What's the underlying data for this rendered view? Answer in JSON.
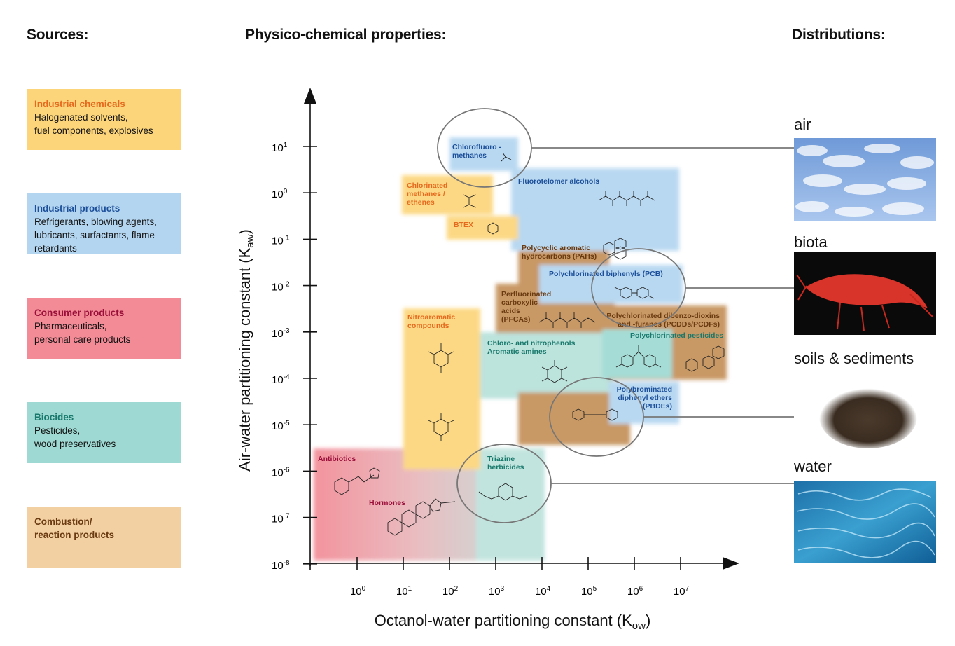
{
  "headings": {
    "sources": "Sources:",
    "properties": "Physico-chemical properties:",
    "distributions": "Distributions:"
  },
  "sources": [
    {
      "title": "Industrial chemicals",
      "text": "Halogenated solvents,\nfuel components, explosives",
      "bg": "#fcd57a",
      "title_color": "#e66a1e"
    },
    {
      "title": "Industrial products",
      "text": "Refrigerants, blowing agents,\nlubricants, surfactants, flame\nretardants",
      "bg": "#b3d5f0",
      "title_color": "#1c4f9a"
    },
    {
      "title": "Consumer products",
      "text": "Pharmaceuticals,\npersonal care products",
      "bg": "#f28b96",
      "title_color": "#9a0f3a"
    },
    {
      "title": "Biocides",
      "text": "Pesticides,\nwood preservatives",
      "bg": "#9edad3",
      "title_color": "#17786b"
    },
    {
      "title": "Combustion/\nreaction products",
      "text": "",
      "bg": "#f3d0a2",
      "title_color": "#6a3a10"
    }
  ],
  "axes": {
    "xlabel_main": "Octanol-water partitioning constant (K",
    "xlabel_sub": "ow",
    "ylabel_main": "Air-water partitioning constant (K",
    "ylabel_sub": "aw",
    "x_ticks": [
      {
        "base": "10",
        "exp": "0"
      },
      {
        "base": "10",
        "exp": "1"
      },
      {
        "base": "10",
        "exp": "2"
      },
      {
        "base": "10",
        "exp": "3"
      },
      {
        "base": "10",
        "exp": "4"
      },
      {
        "base": "10",
        "exp": "5"
      },
      {
        "base": "10",
        "exp": "6"
      },
      {
        "base": "10",
        "exp": "7"
      }
    ],
    "y_ticks": [
      {
        "base": "10",
        "exp": "1"
      },
      {
        "base": "10",
        "exp": "0"
      },
      {
        "base": "10",
        "exp": "-1"
      },
      {
        "base": "10",
        "exp": "-2"
      },
      {
        "base": "10",
        "exp": "-3"
      },
      {
        "base": "10",
        "exp": "-4"
      },
      {
        "base": "10",
        "exp": "-5"
      },
      {
        "base": "10",
        "exp": "-6"
      },
      {
        "base": "10",
        "exp": "-7"
      },
      {
        "base": "10",
        "exp": "-8"
      }
    ]
  },
  "compound_labels": {
    "chlorofluoromethanes": "Chlorofluoro -\nmethanes",
    "fluorotelomer": "Fluorotelomer alcohols",
    "chlorinated_methanes": "Chlorinated\nmethanes /\nethenes",
    "btex": "BTEX",
    "pah": "Polycyclic aromatic\nhydrocarbons (PAHs)",
    "pcb": "Polychlorinated biphenyls (PCB)",
    "pfca": "Perfluorinated\ncarboxylic\nacids\n(PFCAs)",
    "dioxins": "Polychlorinated dibenzo-dioxins\nand -furanes (PCDDs/PCDFs)",
    "pesticides": "Polychlorinated pesticides",
    "nitroaromatic": "Nitroaromatic\ncompounds",
    "chloronitrophenols": "Chloro- and nitrophenols\nAromatic amines",
    "pbde": "Polybrominated\ndiphenyl ethers\n(PBDEs)",
    "antibiotics": "Antibiotics",
    "hormones": "Hormones",
    "triazine": "Triazine\nherbicides"
  },
  "distributions": [
    "air",
    "biota",
    "soils & sediments",
    "water"
  ],
  "colors": {
    "orange": "#fcd57a",
    "blue": "#b3d5f0",
    "pink": "#f28b96",
    "teal": "#9edad3",
    "brown": "#c49058",
    "axis": "#111111",
    "connector": "#777777"
  }
}
